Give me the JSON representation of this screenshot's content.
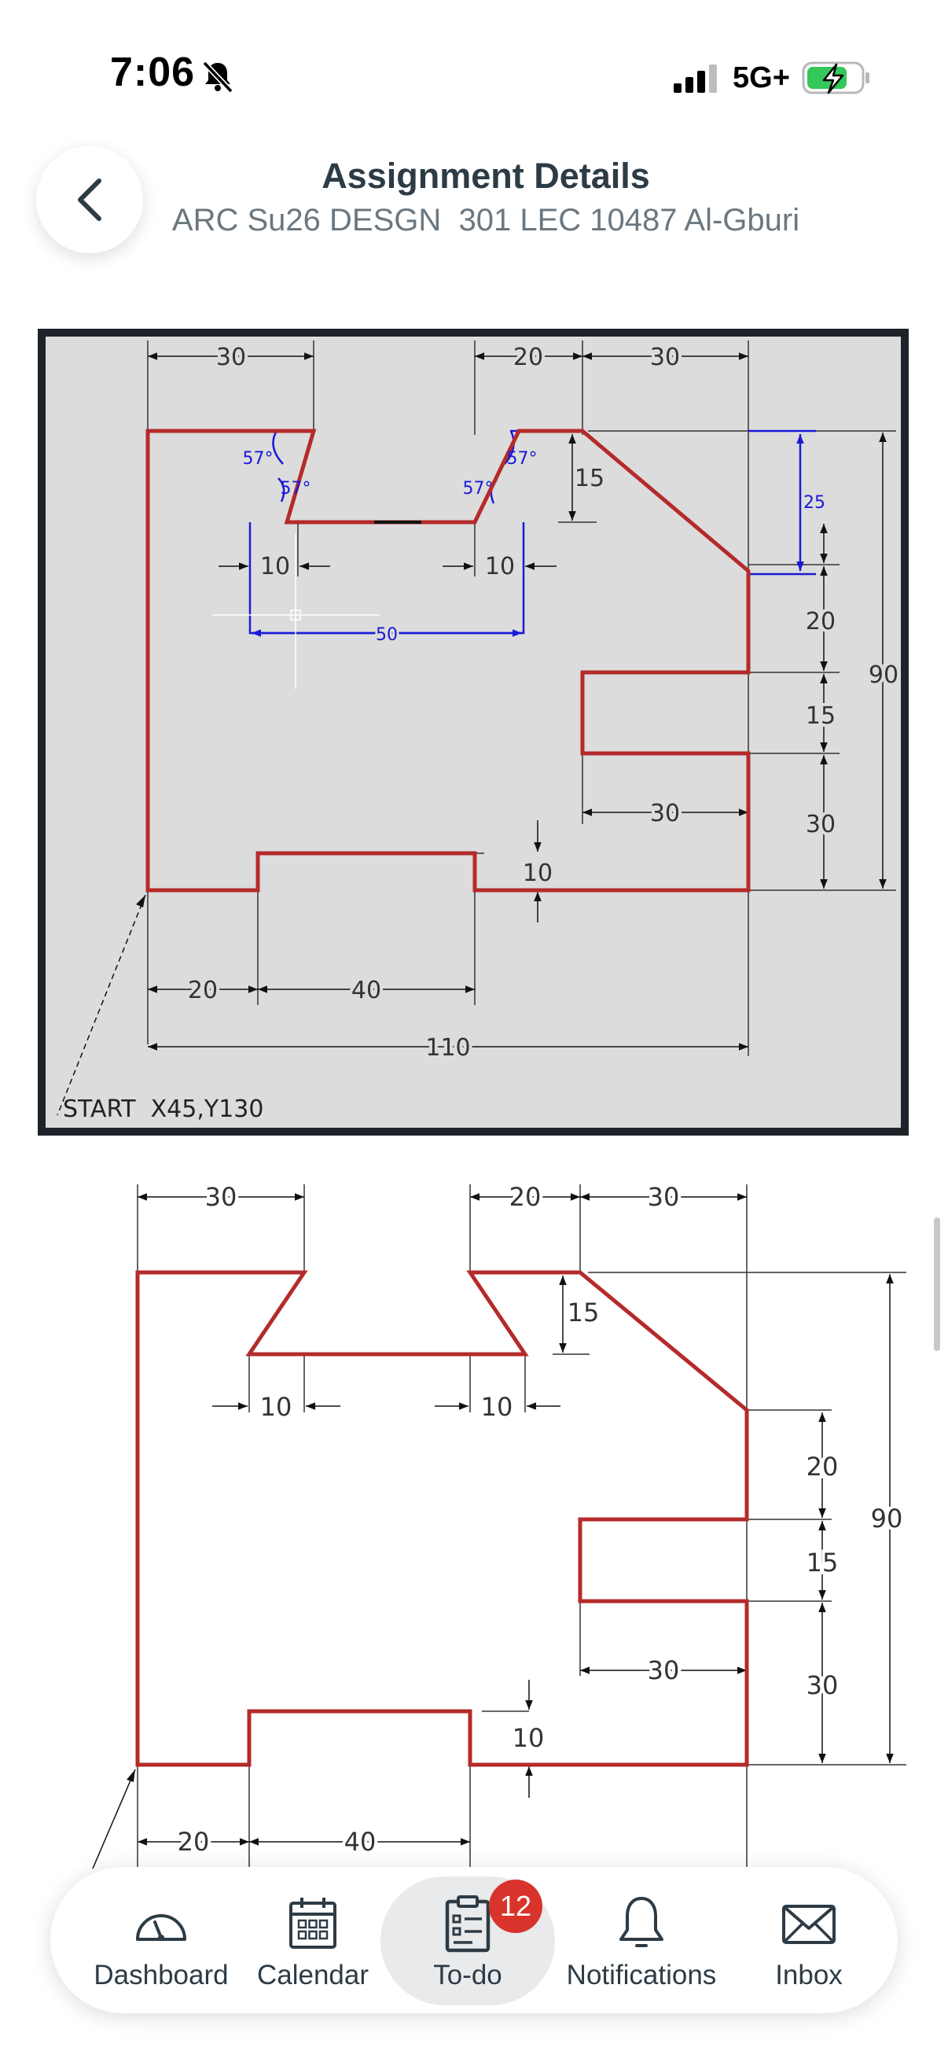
{
  "status_bar": {
    "time": "7:06",
    "network": "5G+"
  },
  "header": {
    "title": "Assignment Details",
    "subtitle": "ARC Su26 DESGN  301 LEC 10487 Al-Gburi"
  },
  "cad_drawing": {
    "dims": {
      "top_left": "30",
      "top_mid": "20",
      "top_right": "30",
      "v15": "15",
      "v25": "25",
      "v20": "20",
      "v90": "90",
      "v15b": "15",
      "v30": "30",
      "h10a": "10",
      "h10b": "10",
      "h50": "50",
      "h30": "30",
      "v10": "10",
      "b20": "20",
      "b40": "40",
      "b110": "110"
    },
    "angles": [
      "57°",
      "57°",
      "57°",
      "57°"
    ],
    "start_note": "START  X45,Y130"
  },
  "clean_drawing": {
    "dims": {
      "top_left": "30",
      "top_mid": "20",
      "top_right": "30",
      "v15": "15",
      "h10a": "10",
      "h10b": "10",
      "v20": "20",
      "v90": "90",
      "v15b": "15",
      "h30": "30",
      "v30": "30",
      "v10": "10",
      "b20": "20",
      "b40": "40"
    }
  },
  "bottom_nav": {
    "items": [
      {
        "label": "Dashboard",
        "icon": "dashboard-gauge-icon"
      },
      {
        "label": "Calendar",
        "icon": "calendar-icon"
      },
      {
        "label": "To-do",
        "icon": "clipboard-list-icon",
        "badge": "12",
        "active": true
      },
      {
        "label": "Notifications",
        "icon": "bell-icon"
      },
      {
        "label": "Inbox",
        "icon": "envelope-icon"
      }
    ]
  },
  "colors": {
    "outline_red": "#b52a2a",
    "cad_blue": "#1a1ad6",
    "badge_red": "#d9342b",
    "text_dark": "#2d3b45"
  }
}
